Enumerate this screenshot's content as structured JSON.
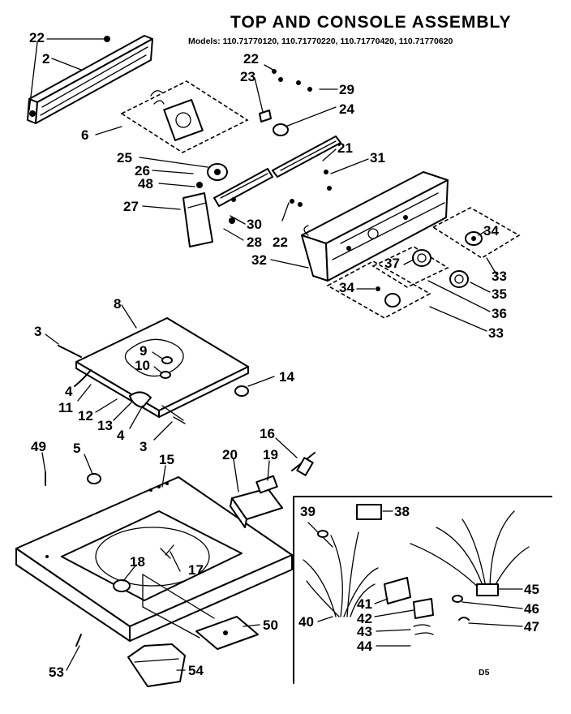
{
  "title": "TOP AND CONSOLE ASSEMBLY",
  "models": "Models: 110.71770120, 110.71770220, 110.71770420, 110.71770620",
  "diagram_code": "D5",
  "callouts": [
    "2",
    "3",
    "3",
    "4",
    "4",
    "5",
    "6",
    "8",
    "9",
    "10",
    "11",
    "12",
    "13",
    "14",
    "15",
    "16",
    "17",
    "18",
    "19",
    "20",
    "21",
    "22",
    "22",
    "22",
    "23",
    "24",
    "25",
    "26",
    "27",
    "28",
    "29",
    "30",
    "31",
    "32",
    "33",
    "33",
    "34",
    "34",
    "35",
    "36",
    "37",
    "38",
    "39",
    "40",
    "41",
    "42",
    "43",
    "44",
    "45",
    "46",
    "47",
    "48",
    "49",
    "50",
    "53",
    "54"
  ]
}
